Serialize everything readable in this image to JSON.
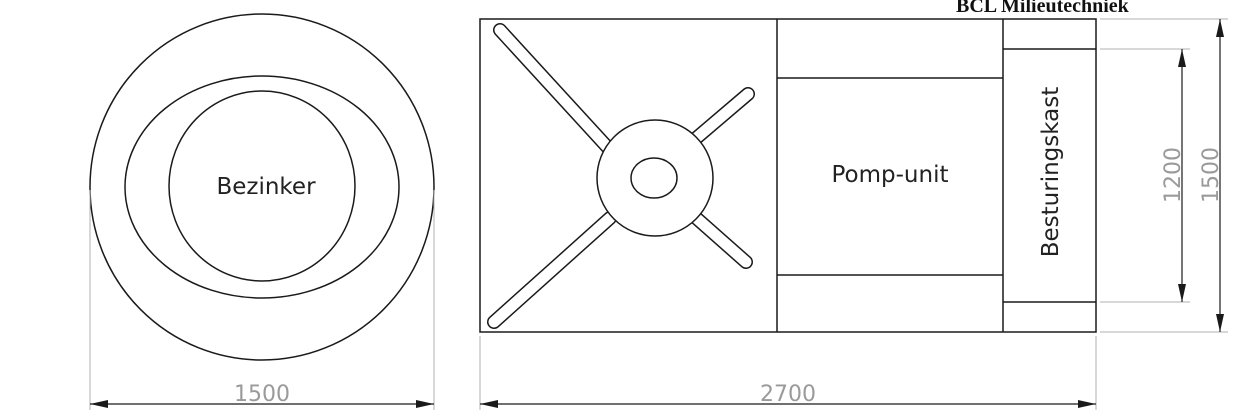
{
  "header": {
    "text": "BCL Milieutechniek"
  },
  "labels": {
    "bezinker": "Bezinker",
    "pomp_unit": "Pomp-unit",
    "besturingskast": "Besturingskast"
  },
  "dimensions": {
    "bezinker_width": "1500",
    "total_length": "2700",
    "inner_height": "1200",
    "outer_height": "1500"
  }
}
